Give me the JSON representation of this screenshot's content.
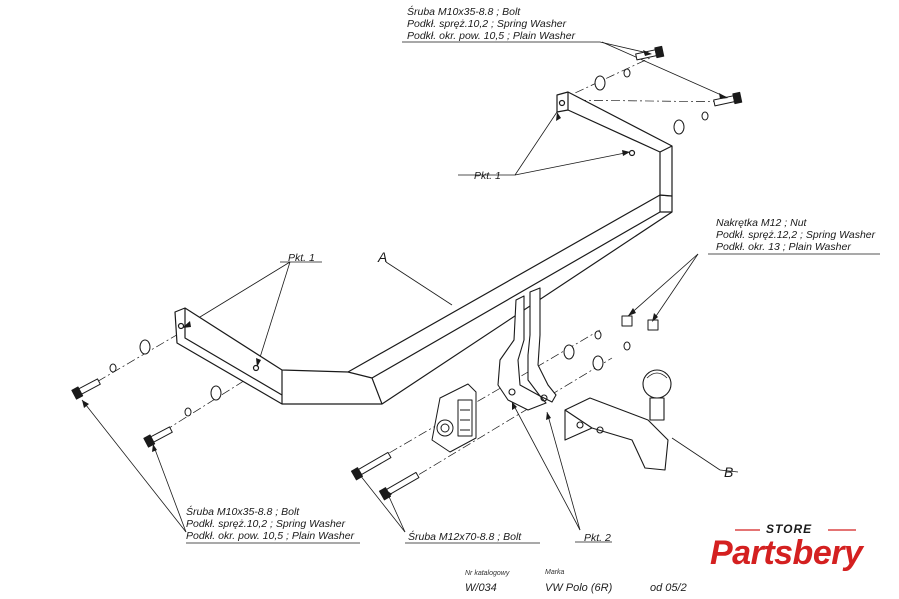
{
  "labels": {
    "bolt_top": [
      "Śruba M10x35-8.8 ;  Bolt",
      "Podkł. spręż.10,2 ; Spring Washer",
      "Podkł. okr. pow. 10,5 ; Plain Washer"
    ],
    "nut_right": [
      "Nakrętka  M12 ; Nut",
      "Podkł. spręż.12,2 ; Spring Washer",
      "Podkł. okr. 13 ; Plain Washer"
    ],
    "bolt_left": [
      "Śruba M10x35-8.8 ;  Bolt",
      "Podkł. spręż.10,2 ; Spring Washer",
      "Podkł. okr. pow. 10,5 ; Plain Washer"
    ],
    "bolt_m12": "Śruba M12x70-8.8  ;  Bolt",
    "pkt1_top": "Pkt. 1",
    "pkt1_left": "Pkt. 1",
    "pkt2": "Pkt. 2",
    "part_a": "A",
    "part_b": "B"
  },
  "footer": {
    "catalog_caption": "Nr katalogowy",
    "catalog_value": "W/034",
    "make_caption": "Marka",
    "make_value": "VW Polo (6R)",
    "from_value": "od  05/2"
  },
  "logo": {
    "store": "STORE",
    "brand": "Partsbery"
  },
  "colors": {
    "line": "#1a1a1a",
    "brand_red": "#d42020"
  }
}
